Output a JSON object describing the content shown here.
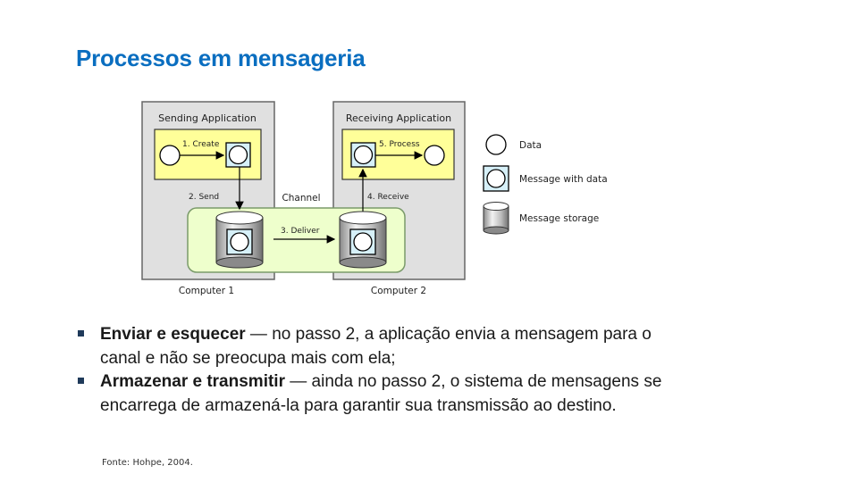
{
  "title": "Processos em mensageria",
  "diagram": {
    "sending_app": "Sending Application",
    "receiving_app": "Receiving Application",
    "step_create": "1. Create",
    "step_send": "2. Send",
    "step_deliver": "3. Deliver",
    "step_receive": "4. Receive",
    "step_process": "5. Process",
    "channel": "Channel",
    "computer1": "Computer 1",
    "computer2": "Computer 2",
    "legend": {
      "data": "Data",
      "message_with_data": "Message with data",
      "message_storage": "Message storage"
    }
  },
  "bullets": [
    {
      "term": "Enviar e esquecer",
      "text": " — no passo 2, a aplicação envia a mensagem para o canal e não se preocupa mais com ela;"
    },
    {
      "term": "Armazenar e transmitir",
      "text": " — ainda no passo 2, o sistema de mensagens se encarrega de armazená-la para garantir sua transmissão ao destino."
    }
  ],
  "source": "Fonte: Hohpe, 2004.",
  "colors": {
    "title": "#0a6ec0",
    "app_box": "#ffff99",
    "channel": "#eeffcc",
    "computer_box": "#e0e0e0"
  }
}
